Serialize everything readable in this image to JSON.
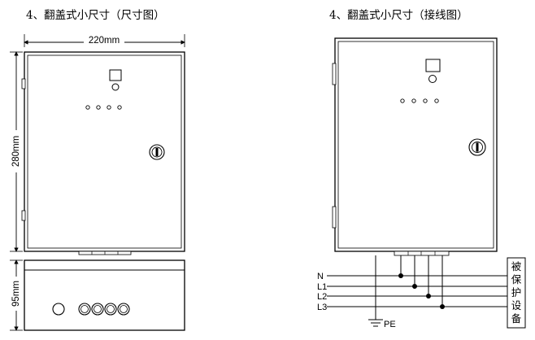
{
  "left_diagram": {
    "title": "4、翻盖式小尺寸（尺寸图）",
    "width_label": "220mm",
    "height_label": "280mm",
    "depth_label": "95mm"
  },
  "right_diagram": {
    "title": "4、翻盖式小尺寸（接线图）",
    "wires": [
      "N",
      "L1",
      "L2",
      "L3"
    ],
    "ground_label": "PE",
    "device_label": [
      "被",
      "保",
      "护",
      "设",
      "备"
    ]
  }
}
